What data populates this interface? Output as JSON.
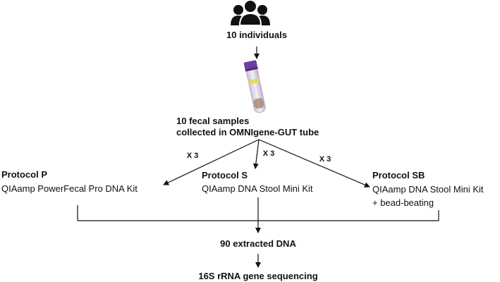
{
  "icons": {
    "people": "people-group-icon",
    "tube": "sample-tube-icon"
  },
  "colors": {
    "ink": "#111111",
    "tube_cap": "#6b3fa0",
    "tube_band": "#e6d84a",
    "tube_sample": "#9a7a5c"
  },
  "individuals_label": "10 individuals",
  "samples": {
    "line1": "10 fecal samples",
    "line2": "collected in OMNIgene-GUT tube"
  },
  "replicates": [
    "X 3",
    "X 3",
    "X 3"
  ],
  "protocols": [
    {
      "title": "Protocol P",
      "kit": "QIAamp PowerFecal Pro DNA Kit",
      "extra": ""
    },
    {
      "title": "Protocol S",
      "kit": "QIAamp DNA Stool Mini Kit",
      "extra": ""
    },
    {
      "title": "Protocol SB",
      "kit": "QIAamp DNA Stool Mini Kit",
      "extra": "+ bead-beating"
    }
  ],
  "extracted_label": "90 extracted DNA",
  "sequencing_label": "16S rRNA gene sequencing"
}
